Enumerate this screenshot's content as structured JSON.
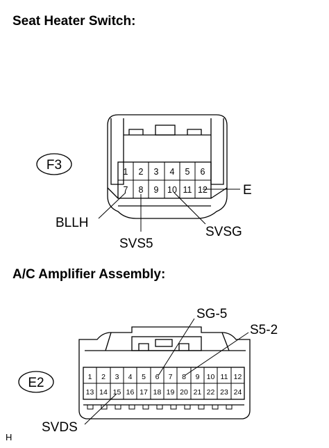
{
  "seat_heater": {
    "title": "Seat Heater Switch:",
    "connector_id": "F3",
    "pins_top": [
      "1",
      "2",
      "3",
      "4",
      "5",
      "6"
    ],
    "pins_bottom": [
      "7",
      "8",
      "9",
      "10",
      "11",
      "12"
    ],
    "labels": {
      "e": "E",
      "bllh": "BLLH",
      "svs5": "SVS5",
      "svsg": "SVSG"
    }
  },
  "ac_amplifier": {
    "title": "A/C Amplifier Assembly:",
    "connector_id": "E2",
    "pins_top": [
      "1",
      "2",
      "3",
      "4",
      "5",
      "6",
      "7",
      "8",
      "9",
      "10",
      "11",
      "12"
    ],
    "pins_bottom": [
      "13",
      "14",
      "15",
      "16",
      "17",
      "18",
      "19",
      "20",
      "21",
      "22",
      "23",
      "24"
    ],
    "labels": {
      "sg5": "SG-5",
      "s52": "S5-2",
      "svds": "SVDS"
    }
  },
  "corner_mark": "H"
}
